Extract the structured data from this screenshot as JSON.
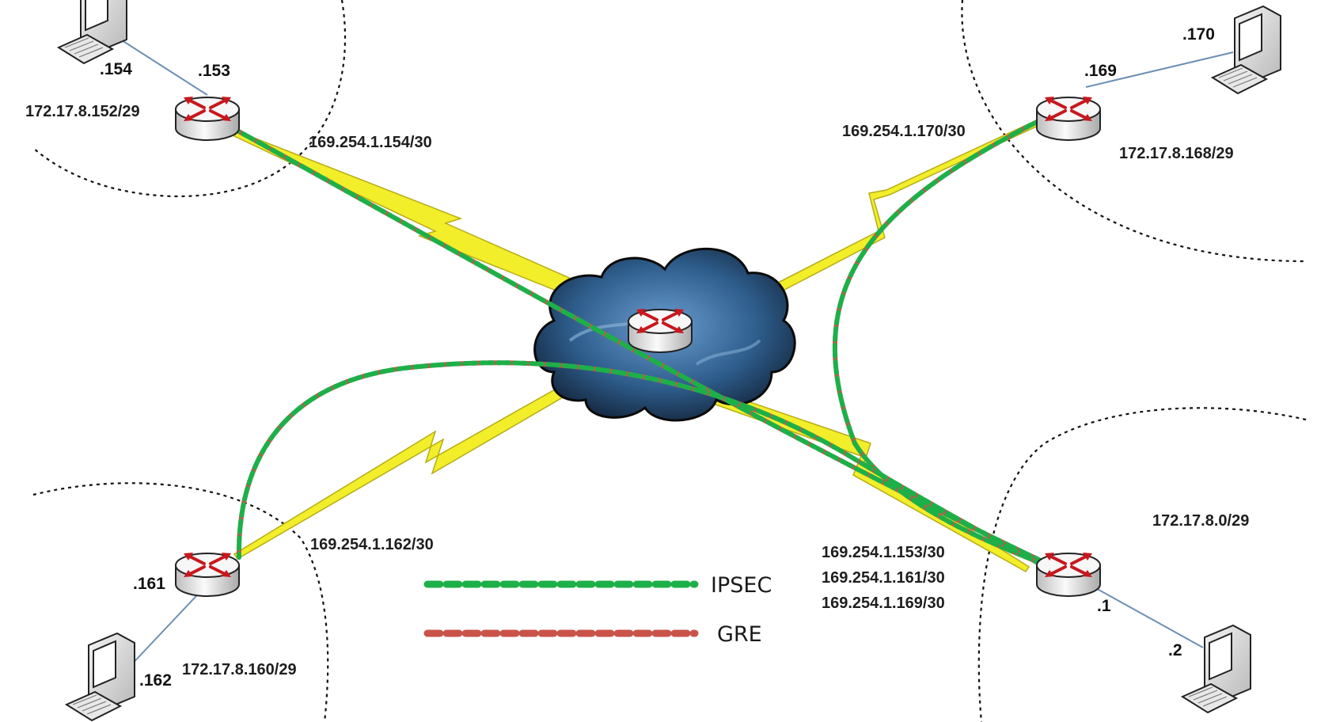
{
  "colors": {
    "ipsec": "#1db049",
    "gre": "#c9534a",
    "serial_link": "#f2ee2a",
    "lan_link": "#6c8fb5",
    "cloud": "#2e5d8c"
  },
  "icons": {
    "router": "router-icon",
    "computer": "computer-icon",
    "cloud": "cloud-icon"
  },
  "sites": {
    "top_left": {
      "subnet": "172.17.8.152/29",
      "router_ip": ".153",
      "host_ip": ".154",
      "wan": "169.254.1.154/30"
    },
    "top_right": {
      "subnet": "172.17.8.168/29",
      "router_ip": ".169",
      "host_ip": ".170",
      "wan": "169.254.1.170/30"
    },
    "bottom_left": {
      "subnet": "172.17.8.160/29",
      "router_ip": ".161",
      "host_ip": ".162",
      "wan": "169.254.1.162/30"
    },
    "bottom_right": {
      "subnet": "172.17.8.0/29",
      "router_ip": ".1",
      "host_ip": ".2",
      "wan": [
        "169.254.1.153/30",
        "169.254.1.161/30",
        "169.254.1.169/30"
      ]
    }
  },
  "legend": {
    "ipsec": "IPSEC",
    "gre": "GRE"
  }
}
